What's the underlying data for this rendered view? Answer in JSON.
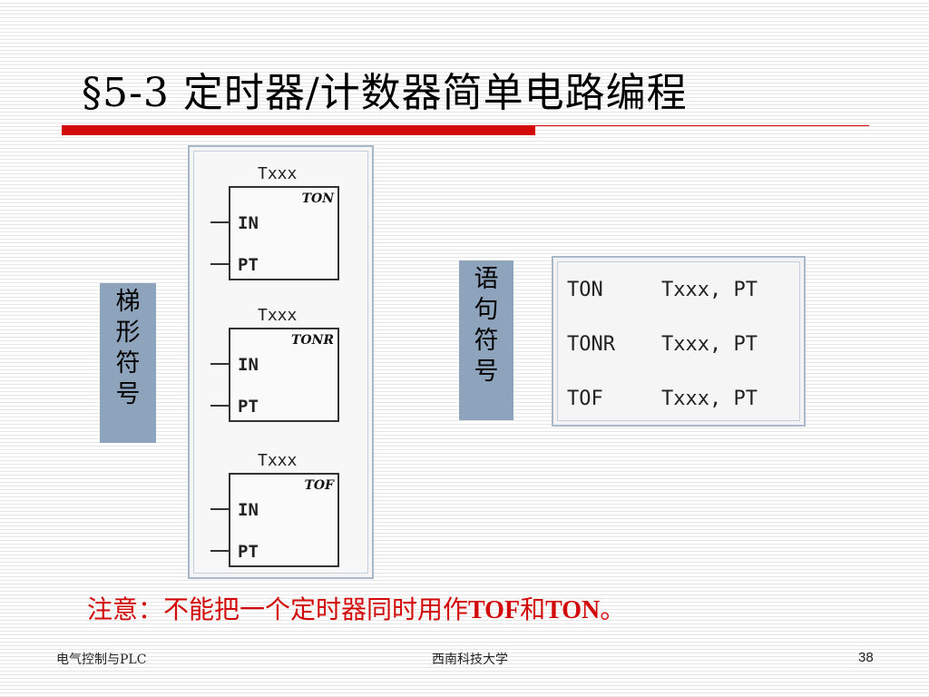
{
  "slide": {
    "title": "§5-3 定时器/计数器简单电路编程",
    "colors": {
      "accent_red": "#d20a0a",
      "label_bg": "#8ea3bc",
      "panel_border": "#a9b8c9"
    }
  },
  "ladder": {
    "label_chars": [
      "梯",
      "形",
      "符",
      "号"
    ],
    "timers": [
      {
        "name": "Txxx",
        "type": "TON",
        "pins": [
          "IN",
          "PT"
        ]
      },
      {
        "name": "Txxx",
        "type": "TONR",
        "pins": [
          "IN",
          "PT"
        ]
      },
      {
        "name": "Txxx",
        "type": "TOF",
        "pins": [
          "IN",
          "PT"
        ]
      }
    ]
  },
  "statements": {
    "label_chars": [
      "语",
      "句",
      "符",
      "号"
    ],
    "rows": [
      {
        "op": "TON",
        "args": "Txxx, PT"
      },
      {
        "op": "TONR",
        "args": "Txxx, PT"
      },
      {
        "op": "TOF",
        "args": "Txxx, PT"
      }
    ]
  },
  "note": {
    "prefix": "注意：不能把一个定时器同时用作",
    "term1": "TOF",
    "mid": "和",
    "term2": "TON",
    "suffix": "。"
  },
  "footer": {
    "course": "电气控制与PLC",
    "school": "西南科技大学",
    "page": "38"
  }
}
